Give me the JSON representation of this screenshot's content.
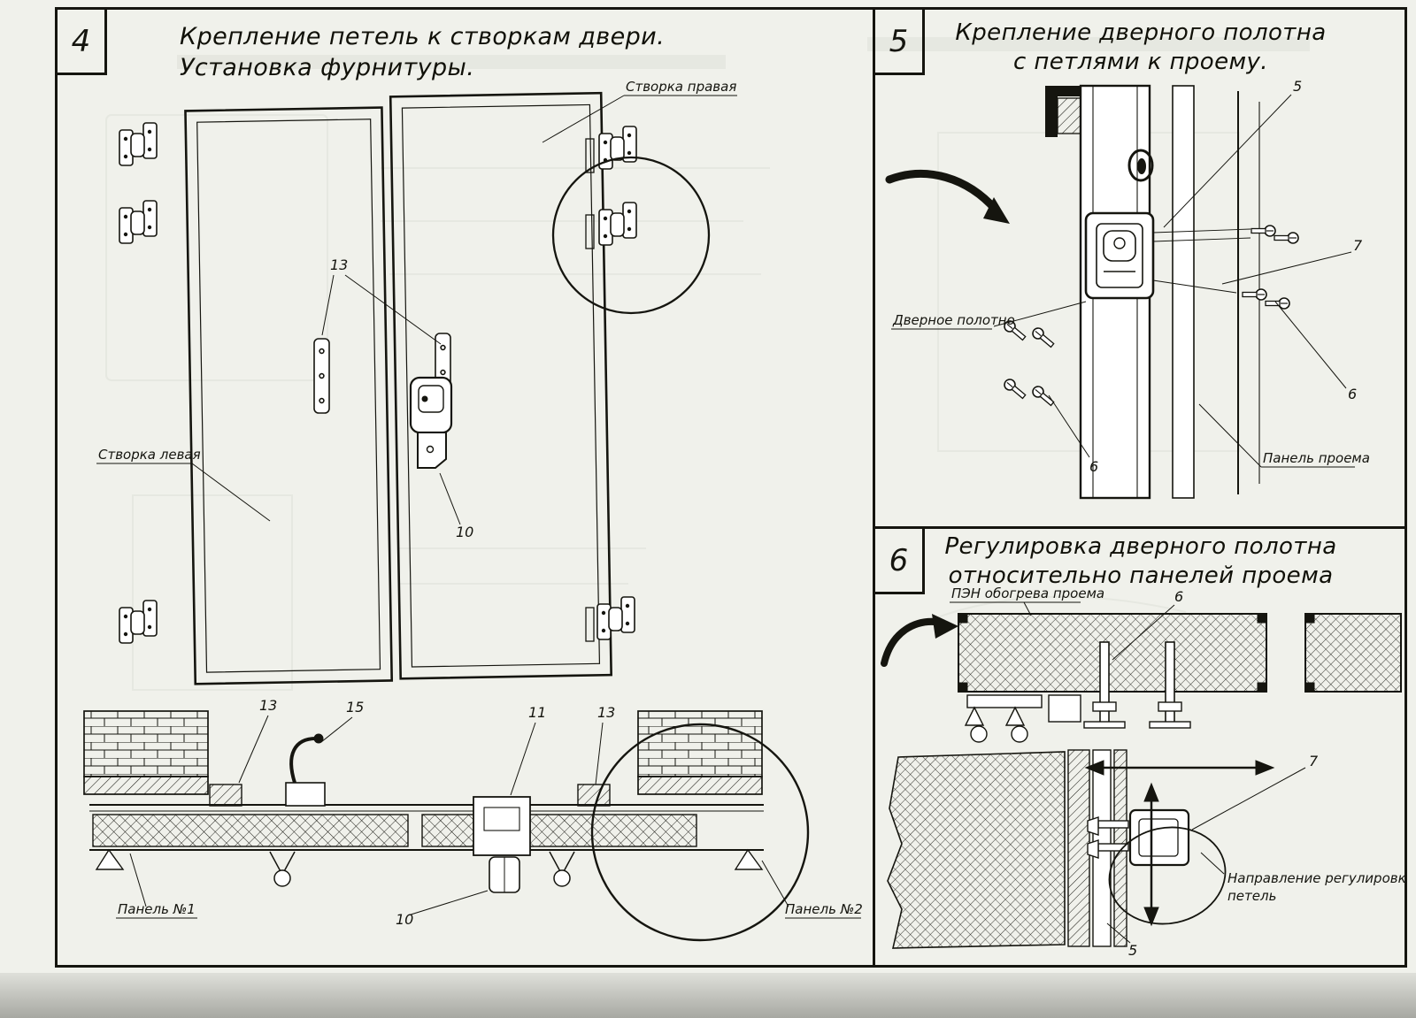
{
  "p4": {
    "number": "4",
    "title1": "Крепление петель к створкам двери.",
    "title2": "Установка фурнитуры.",
    "labels": {
      "leaf_right": "Створка правая",
      "leaf_left": "Створка левая",
      "panel1": "Панель №1",
      "panel2": "Панель №2"
    },
    "callouts": {
      "c13_top": "13",
      "c10_mid": "10",
      "c13_b1": "13",
      "c15": "15",
      "c11": "11",
      "c13_b2": "13",
      "c10_b": "10"
    }
  },
  "p5": {
    "number": "5",
    "title1": "Крепление дверного полотна",
    "title2": "с петлями к проему.",
    "labels": {
      "door_leaf": "Дверное полотно",
      "opening_panel": "Панель проема"
    },
    "callouts": {
      "c5": "5",
      "c7": "7",
      "c6_r": "6",
      "c6_l": "6"
    }
  },
  "p6": {
    "number": "6",
    "title1": "Регулировка дверного полотна",
    "title2": "относительно панелей проема",
    "labels": {
      "pen": "ПЭН обогрева проема",
      "dir1": "Направление регулировки",
      "dir2": "петель"
    },
    "callouts": {
      "c6": "6",
      "c7": "7",
      "c5": "5"
    }
  },
  "colors": {
    "paper": "#f0f1eb",
    "ink": "#15150f"
  }
}
